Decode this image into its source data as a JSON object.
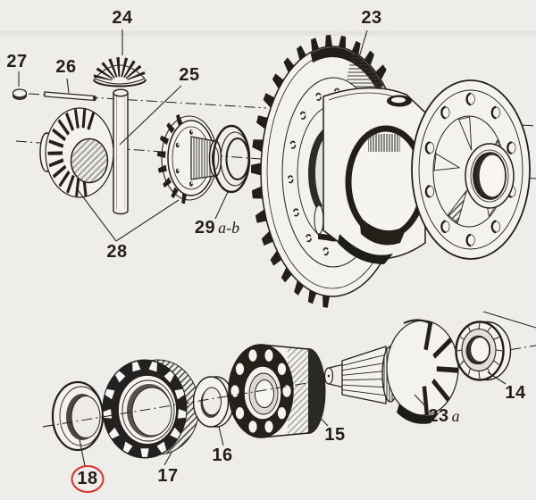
{
  "figure": {
    "paper_color": "#eeede9",
    "ink_color": "#221f1b",
    "highlight_color": "#d5332c"
  },
  "labels": {
    "p14": "14",
    "p15": "15",
    "p16": "16",
    "p17": "17",
    "p18": "18",
    "p23": "23",
    "p23a_num": "23",
    "p23a_suffix": "a",
    "p24": "24",
    "p25": "25",
    "p26": "26",
    "p27": "27",
    "p28": "28",
    "p29_num": "29",
    "p29_suffix": "a-b"
  }
}
